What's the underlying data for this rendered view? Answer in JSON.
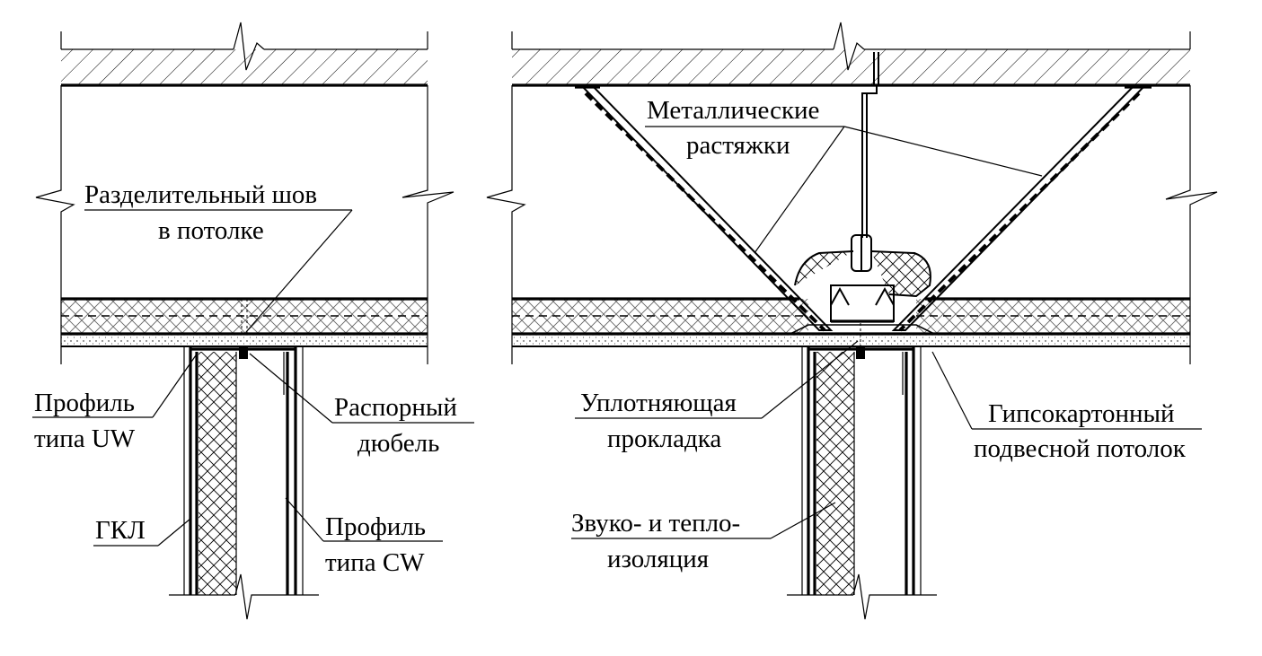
{
  "labels": {
    "separation_joint": [
      "Разделительный шов",
      "в потолке"
    ],
    "profile_uw": [
      "Профиль",
      "типа UW"
    ],
    "expansion_dowel": [
      "Распорный",
      "дюбель"
    ],
    "gkl": "ГКЛ",
    "profile_cw": [
      "Профиль",
      "типа CW"
    ],
    "metal_braces": [
      "Металлические",
      "растяжки"
    ],
    "sealing_strip": [
      "Уплотняющая",
      "прокладка"
    ],
    "gypsum_ceiling": [
      "Гипсокартонный",
      "подвесной потолок"
    ],
    "insulation": [
      "Звуко- и тепло-",
      "изоляция"
    ]
  }
}
